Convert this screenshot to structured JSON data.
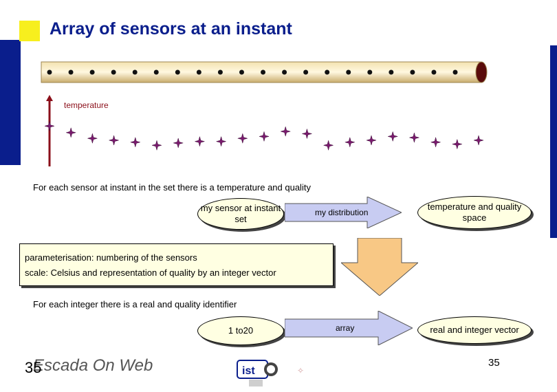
{
  "title": "Array of sensors at an instant",
  "temperature_label": "temperature",
  "line1": "For each sensor at instant in the set there is a temperature and quality",
  "ellipse_sensor": "my sensor at instant set",
  "arrow1_label": "my distribution",
  "ellipse_space": "temperature and quality space",
  "param_line1": "parameterisation: numbering of the sensors",
  "param_line2": "scale: Celsius and representation of quality by an integer vector",
  "line4": "For each integer there is a real and quality identifier",
  "ellipse_int": "1 to20",
  "arrow2_label": "array",
  "ellipse_vec": "real and integer vector",
  "page_number": "35",
  "page_number_left": "35",
  "footer_logo": "Escada On Web",
  "ist_logo": "ist",
  "sensor_count": 20,
  "temperature_levels": [
    0.62,
    0.45,
    0.3,
    0.25,
    0.2,
    0.12,
    0.18,
    0.22,
    0.22,
    0.3,
    0.35,
    0.48,
    0.42,
    0.12,
    0.2,
    0.25,
    0.35,
    0.32,
    0.2,
    0.15,
    0.25
  ],
  "colors": {
    "accent_blue": "#0a1e8c",
    "title_square": "#f7ef1e",
    "ellipse_fill": "#ffffe2",
    "arrow_fill": "#c8ccf2",
    "down_arrow_fill": "#f8c885",
    "axis_red": "#8b0f1a"
  }
}
